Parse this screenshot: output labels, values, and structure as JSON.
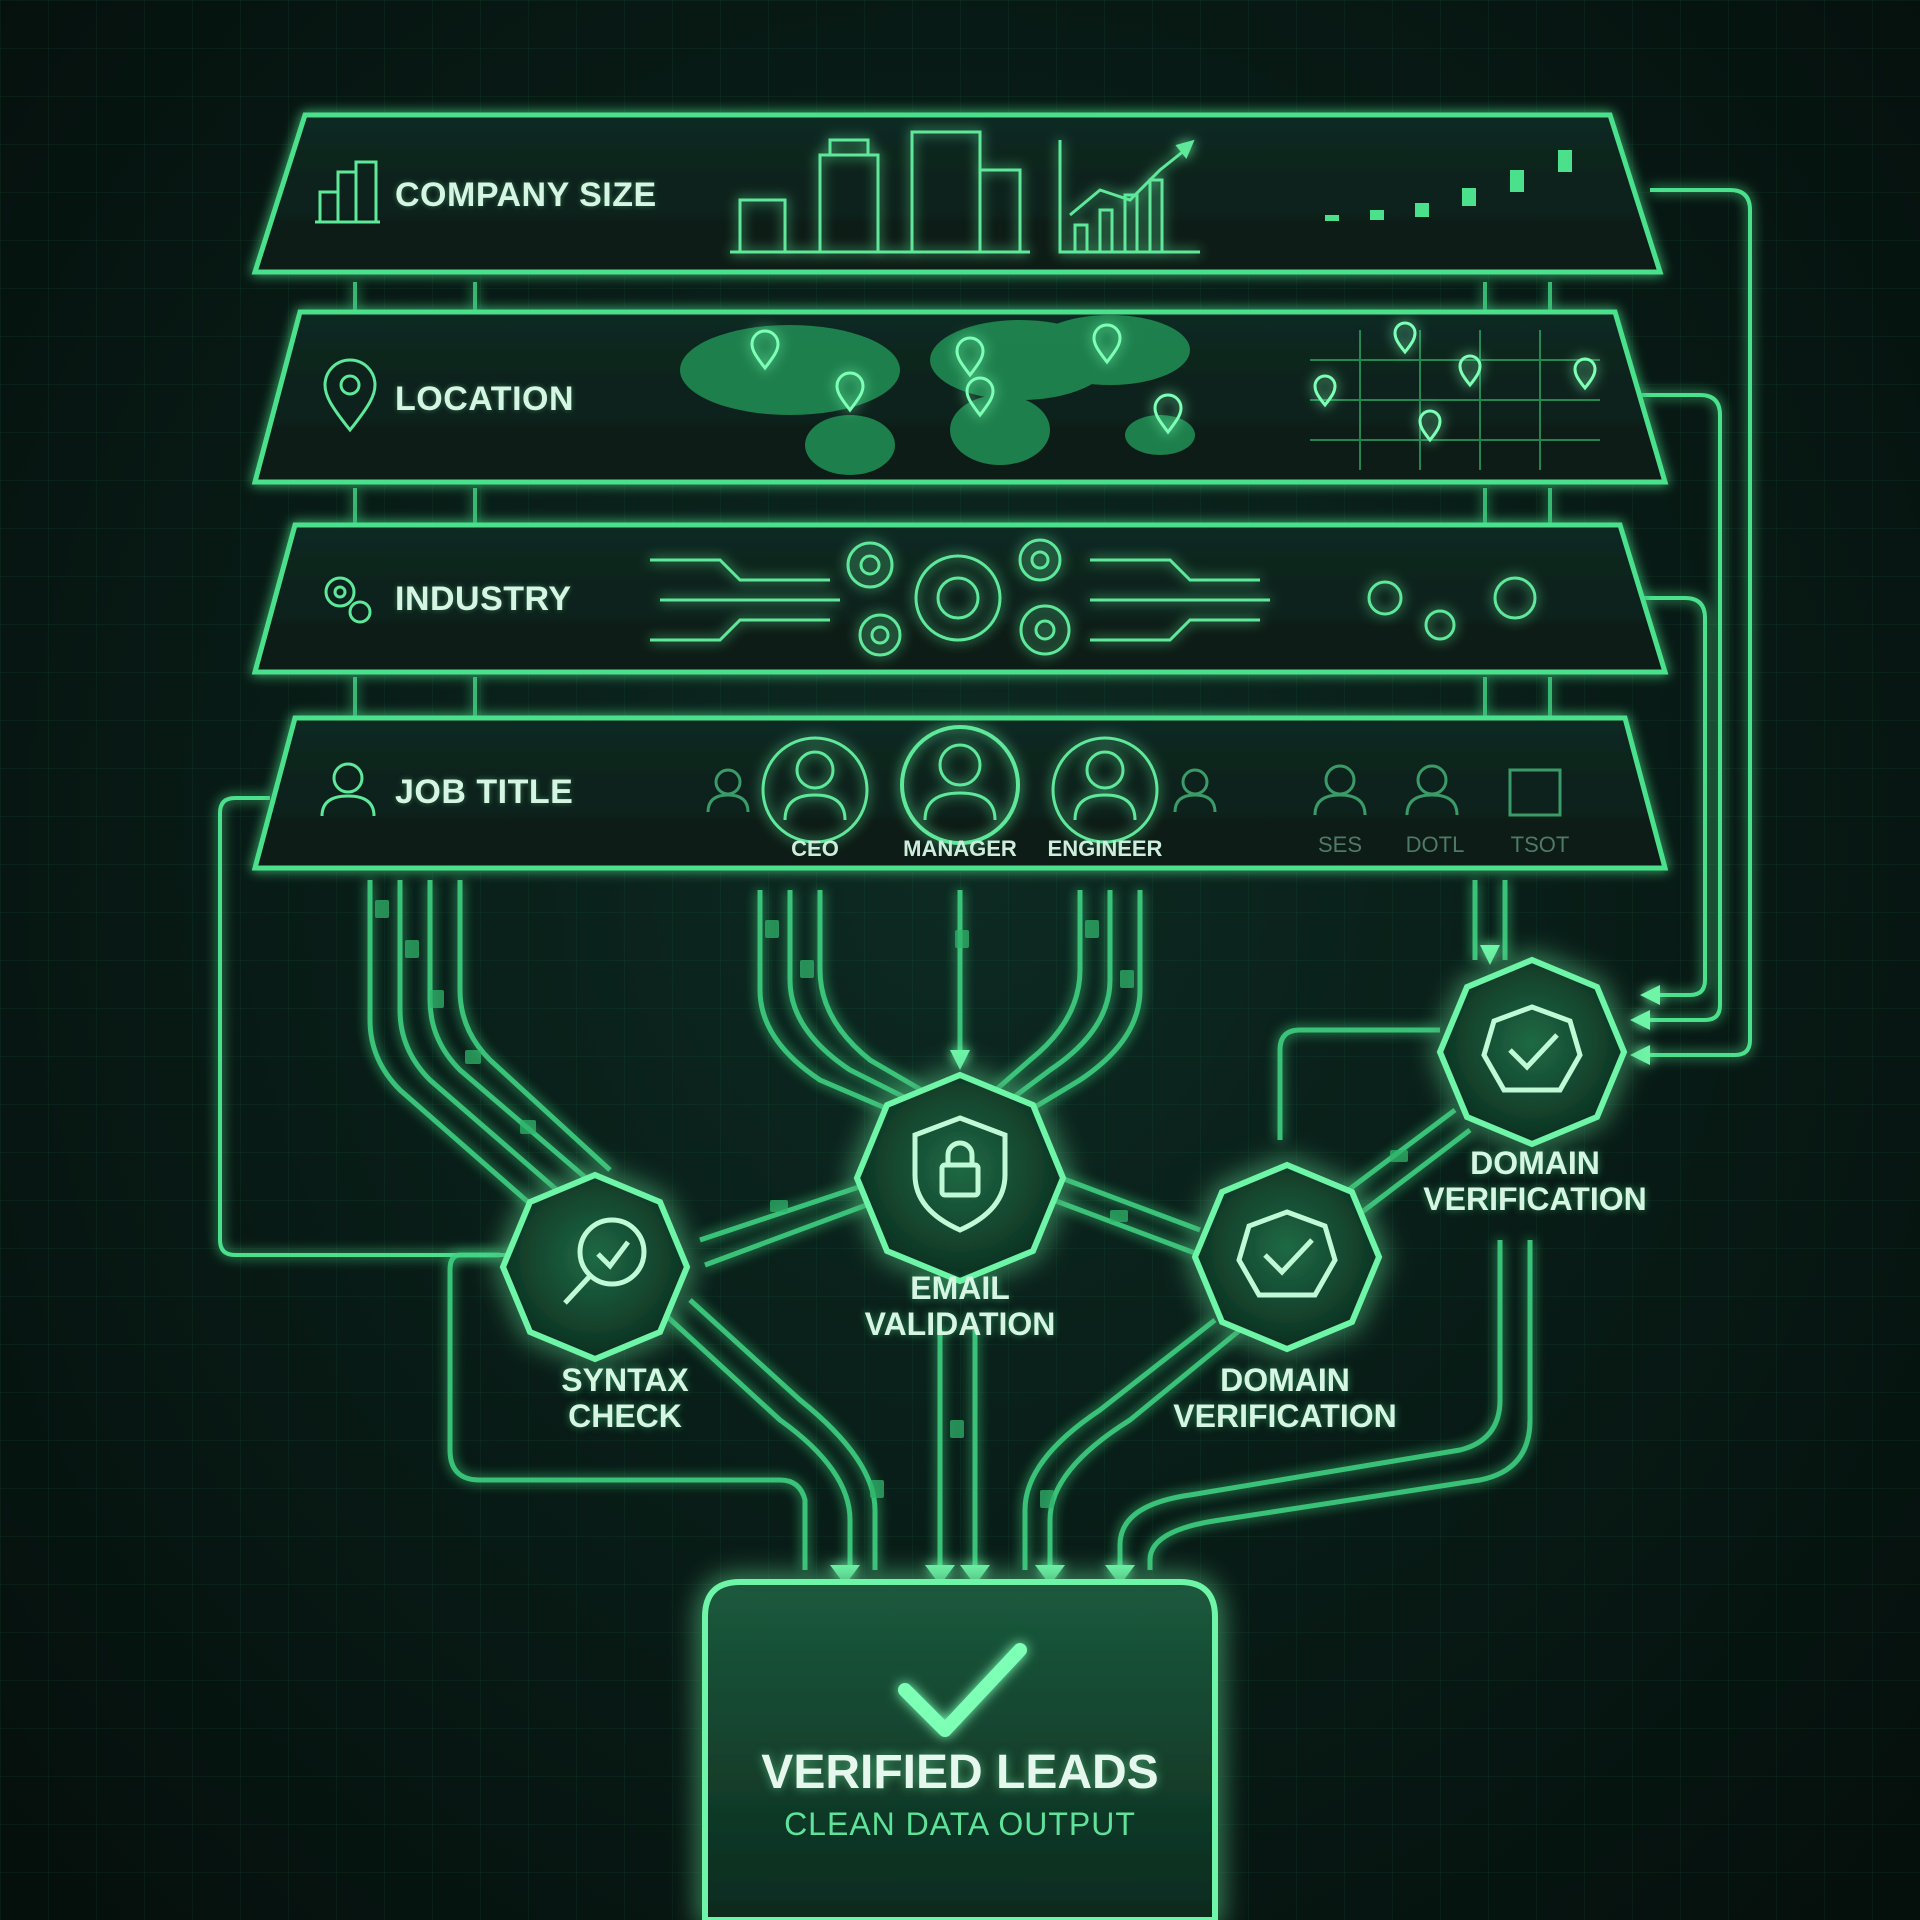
{
  "theme": {
    "accent": "#4be08c",
    "background": "#081a15",
    "panel": "#0d1f1a"
  },
  "filters": [
    {
      "label": "COMPANY SIZE",
      "icon": "buildings-icon"
    },
    {
      "label": "LOCATION",
      "icon": "map-pin-icon"
    },
    {
      "label": "INDUSTRY",
      "icon": "gears-icon"
    },
    {
      "label": "JOB TITLE",
      "icon": "person-icon"
    }
  ],
  "job_roles": {
    "primary": [
      "CEO",
      "MANAGER",
      "ENGINEER"
    ],
    "secondary": [
      "SES",
      "DOTL",
      "TSOT"
    ]
  },
  "nodes": {
    "syntax": "SYNTAX\nCHECK",
    "email": "EMAIL\nVALIDATION",
    "domain_mid": "DOMAIN\nVERIFICATION",
    "domain_top": "DOMAIN\nVERIFICATION"
  },
  "output": {
    "title": "VERIFIED LEADS",
    "subtitle": "CLEAN DATA OUTPUT"
  }
}
